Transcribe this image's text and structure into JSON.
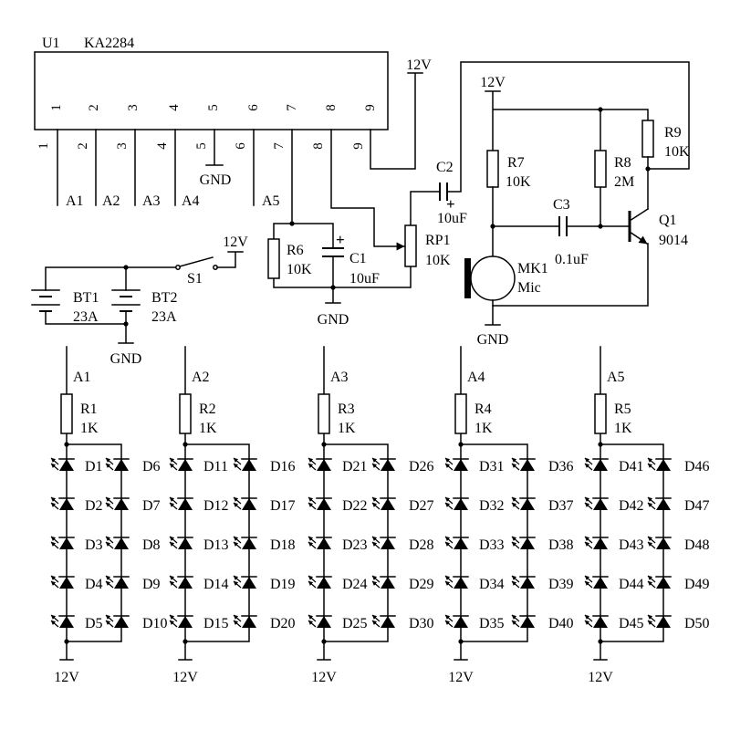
{
  "ic": {
    "ref": "U1",
    "part": "KA2284",
    "inner_pin_numbers": [
      "1",
      "2",
      "3",
      "4",
      "5",
      "6",
      "7",
      "8",
      "9"
    ],
    "outer_pin_numbers": [
      "1",
      "2",
      "3",
      "4",
      "5",
      "6",
      "7",
      "8",
      "9"
    ],
    "supply": "12V",
    "ground": "GND"
  },
  "outputs": [
    "A1",
    "A2",
    "A3",
    "A4",
    "A5"
  ],
  "input_network": {
    "r6": {
      "ref": "R6",
      "value": "10K"
    },
    "c1": {
      "ref": "C1",
      "value": "10uF",
      "polarity": "+"
    },
    "rp1": {
      "ref": "RP1",
      "value": "10K"
    },
    "c2": {
      "ref": "C2",
      "value": "10uF",
      "polarity": "+"
    },
    "ground": "GND"
  },
  "mic_amplifier": {
    "supply": "12V",
    "r7": {
      "ref": "R7",
      "value": "10K"
    },
    "r8": {
      "ref": "R8",
      "value": "2M"
    },
    "r9": {
      "ref": "R9",
      "value": "10K"
    },
    "c3": {
      "ref": "C3",
      "value": "0.1uF"
    },
    "q1": {
      "ref": "Q1",
      "value": "9014"
    },
    "mk1": {
      "ref": "MK1",
      "value": "Mic"
    },
    "ground": "GND"
  },
  "power": {
    "s1": {
      "ref": "S1",
      "supply": "12V"
    },
    "bt1": {
      "ref": "BT1",
      "value": "23A"
    },
    "bt2": {
      "ref": "BT2",
      "value": "23A"
    },
    "ground": "GND"
  },
  "led_groups": [
    {
      "input": "A1",
      "resistor": {
        "ref": "R1",
        "value": "1K"
      },
      "left_chain": [
        "D1",
        "D2",
        "D3",
        "D4",
        "D5"
      ],
      "right_chain": [
        "D6",
        "D7",
        "D8",
        "D9",
        "D10"
      ],
      "supply": "12V"
    },
    {
      "input": "A2",
      "resistor": {
        "ref": "R2",
        "value": "1K"
      },
      "left_chain": [
        "D11",
        "D12",
        "D13",
        "D14",
        "D15"
      ],
      "right_chain": [
        "D16",
        "D17",
        "D18",
        "D19",
        "D20"
      ],
      "supply": "12V"
    },
    {
      "input": "A3",
      "resistor": {
        "ref": "R3",
        "value": "1K"
      },
      "left_chain": [
        "D21",
        "D22",
        "D23",
        "D24",
        "D25"
      ],
      "right_chain": [
        "D26",
        "D27",
        "D28",
        "D29",
        "D30"
      ],
      "supply": "12V"
    },
    {
      "input": "A4",
      "resistor": {
        "ref": "R4",
        "value": "1K"
      },
      "left_chain": [
        "D31",
        "D32",
        "D33",
        "D34",
        "D35"
      ],
      "right_chain": [
        "D36",
        "D37",
        "D38",
        "D39",
        "D40"
      ],
      "supply": "12V"
    },
    {
      "input": "A5",
      "resistor": {
        "ref": "R5",
        "value": "1K"
      },
      "left_chain": [
        "D41",
        "D42",
        "D43",
        "D44",
        "D45"
      ],
      "right_chain": [
        "D46",
        "D47",
        "D48",
        "D49",
        "D50"
      ],
      "supply": "12V"
    }
  ]
}
